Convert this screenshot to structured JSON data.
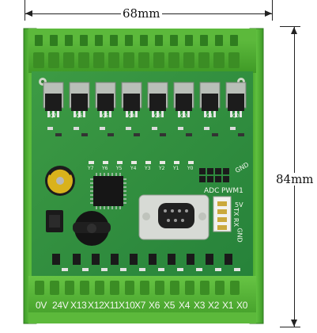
{
  "dimensions": {
    "width_label": "68mm",
    "height_label": "84mm"
  },
  "pcb": {
    "header_labels": {
      "adc": "ADC",
      "pwm": "PWM1",
      "gnd_top": "GND",
      "uart_5v": "5V",
      "uart_gnd": "GND",
      "uart_tx_rx": "TX RX"
    },
    "mosfets": [
      "Q7",
      "Q6",
      "Q5",
      "Q4",
      "Q3",
      "Q2",
      "Q1",
      "Q0"
    ],
    "output_leds": [
      "Y7",
      "Y6",
      "Y5",
      "Y4",
      "Y3",
      "Y2",
      "Y1",
      "Y0"
    ],
    "bottom_terminals": [
      "0V",
      "24V",
      "X13",
      "X12",
      "X11",
      "X10",
      "X7",
      "X6",
      "X5",
      "X4",
      "X3",
      "X2",
      "X1",
      "X0"
    ]
  },
  "colors": {
    "terminal_green": "#4caa2e",
    "board_green": "#2f8f3a",
    "silkscreen": "#f3f7ee"
  }
}
